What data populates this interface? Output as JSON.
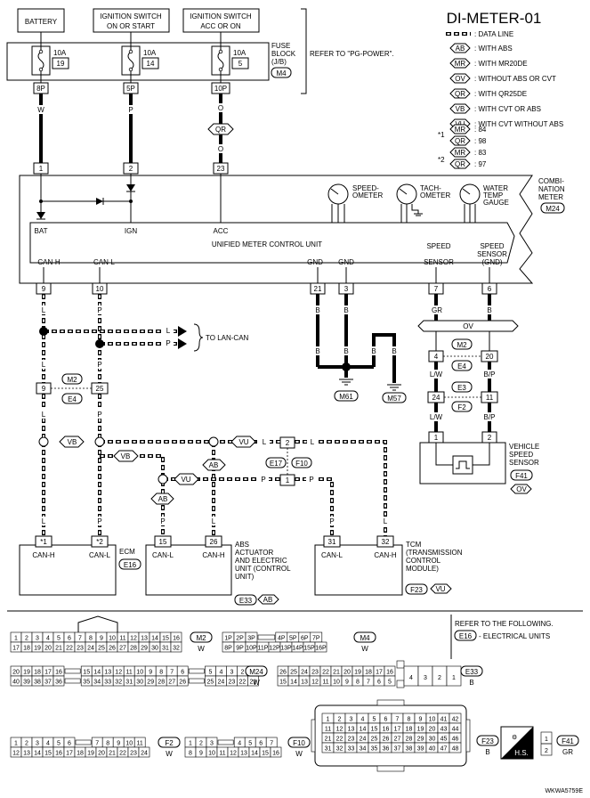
{
  "title": "DI-METER-01",
  "footer_code": "WKWA5759E",
  "legend": {
    "data_line": ": DATA LINE",
    "items": [
      {
        "code": "AB",
        "text": ": WITH ABS"
      },
      {
        "code": "MR",
        "text": ": WITH MR20DE"
      },
      {
        "code": "OV",
        "text": ": WITHOUT ABS OR CVT"
      },
      {
        "code": "QR",
        "text": ": WITH QR25DE"
      },
      {
        "code": "VB",
        "text": ": WITH CVT OR ABS"
      },
      {
        "code": "VU",
        "text": ": WITH CVT WITHOUT ABS"
      }
    ],
    "star1": {
      "mark": "*1",
      "mr_code": "MR",
      "mr_val": ": 84",
      "qr_code": "QR",
      "qr_val": ": 98"
    },
    "star2": {
      "mark": "*2",
      "mr_code": "MR",
      "mr_val": ": 83",
      "qr_code": "QR",
      "qr_val": ": 97"
    }
  },
  "top": {
    "battery": "BATTERY",
    "ign1": "IGNITION SWITCH",
    "ign2": "ON OR START",
    "acc1": "IGNITION SWITCH",
    "acc2": "ACC OR ON",
    "fuse_a_amp": "10A",
    "fuse_a_no": "19",
    "fuse_b_amp": "10A",
    "fuse_b_no": "14",
    "fuse_c_amp": "10A",
    "fuse_c_no": "5",
    "fuse_block1": "FUSE",
    "fuse_block2": "BLOCK",
    "fuse_block3": "(J/B)",
    "fuse_block_conn": "M4",
    "refer_power": "REFER TO \"PG-POWER\".",
    "pin_8p": "8P",
    "pin_5p": "5P",
    "pin_10p": "10P",
    "w": "W",
    "p": "P",
    "o": "O",
    "qr": "QR",
    "pin1": "1",
    "pin2": "2",
    "pin23": "23"
  },
  "meter": {
    "label1": "COMBI-",
    "label2": "NATION",
    "label3": "METER",
    "conn": "M24",
    "speedo1": "SPEED-",
    "speedo2": "OMETER",
    "tacho1": "TACH-",
    "tacho2": "OMETER",
    "water1": "WATER",
    "water2": "TEMP",
    "water3": "GAUGE",
    "bat": "BAT",
    "ign": "IGN",
    "acc": "ACC",
    "ucu": "UNIFIED METER CONTROL UNIT",
    "can_h": "CAN-H",
    "can_l": "CAN-L",
    "gnd": "GND",
    "ss1": "SPEED",
    "ss2": "SENSOR",
    "ssg1": "SPEED",
    "ssg2": "SENSOR",
    "ssg3": "(GND)",
    "p9": "9",
    "p10": "10",
    "p21": "21",
    "p3": "3",
    "p7": "7",
    "p6": "6"
  },
  "wires": {
    "L": "L",
    "P": "P",
    "B": "B",
    "GR": "GR",
    "LW": "L/W",
    "BP": "B/P",
    "to_lan": "TO LAN-CAN",
    "ov": "OV",
    "m2": "M2",
    "e4": "E4",
    "e3": "E3",
    "f2": "F2",
    "j9": "9",
    "j25": "25",
    "j4": "4",
    "j20": "20",
    "j24": "24",
    "j11": "11",
    "vb": "VB",
    "vu": "VU",
    "ab": "AB",
    "j2": "2",
    "j1": "1",
    "e17": "E17",
    "f10": "F10",
    "m61": "M61",
    "m57": "M57",
    "vs1": "VEHICLE",
    "vs2": "SPEED",
    "vs3": "SENSOR",
    "vs_conn": "F41",
    "vs_ov": "OV",
    "vs_p1": "1",
    "vs_p2": "2"
  },
  "ecm": {
    "p1": "*1",
    "p2": "*2",
    "h": "CAN-H",
    "l": "CAN-L",
    "name": "ECM",
    "conn": "E16"
  },
  "abs": {
    "p1": "15",
    "p2": "26",
    "l": "CAN-L",
    "h": "CAN-H",
    "n1": "ABS",
    "n2": "ACTUATOR",
    "n3": "AND ELECTRIC",
    "n4": "UNIT (CONTROL",
    "n5": "UNIT)",
    "conn": "E33",
    "ab": "AB"
  },
  "tcm": {
    "p1": "31",
    "p2": "32",
    "l": "CAN-L",
    "h": "CAN-H",
    "n1": "TCM",
    "n2": "(TRANSMISSION",
    "n3": "CONTROL",
    "n4": "MODULE)",
    "conn": "F23",
    "vu": "VU"
  },
  "bottom": {
    "refer1": "REFER TO THE FOLLOWING.",
    "refer_conn": "E16",
    "refer2": "- ELECTRICAL UNITS",
    "m2": {
      "name": "M2",
      "color": "W",
      "r1": [
        "1",
        "2",
        "3",
        "4",
        "5",
        "6",
        "7",
        "8",
        "9",
        "10",
        "11",
        "12",
        "13",
        "14",
        "15",
        "16"
      ],
      "r2": [
        "17",
        "18",
        "19",
        "20",
        "21",
        "22",
        "23",
        "24",
        "25",
        "26",
        "27",
        "28",
        "29",
        "30",
        "31",
        "32"
      ]
    },
    "m4": {
      "name": "M4",
      "color": "W",
      "r1": [
        "1P",
        "2P",
        "3P",
        "",
        "4P",
        "5P",
        "6P",
        "7P"
      ],
      "r2": [
        "8P",
        "9P",
        "10P",
        "11P",
        "12P",
        "13P",
        "14P",
        "15P",
        "16P"
      ]
    },
    "m24": {
      "name": "M24",
      "color": "W",
      "r1": [
        "20",
        "19",
        "18",
        "17",
        "16",
        "",
        "15",
        "14",
        "13",
        "12",
        "11",
        "10",
        "9",
        "8",
        "7",
        "6",
        "",
        "5",
        "4",
        "3",
        "2",
        "1"
      ],
      "r2": [
        "40",
        "39",
        "38",
        "37",
        "36",
        "",
        "35",
        "34",
        "33",
        "32",
        "31",
        "30",
        "29",
        "28",
        "27",
        "26",
        "",
        "25",
        "24",
        "23",
        "22",
        "21"
      ]
    },
    "e33": {
      "name": "E33",
      "color": "B",
      "r1": [
        "26",
        "25",
        "24",
        "23",
        "22",
        "21",
        "20",
        "19",
        "18",
        "17",
        "16"
      ],
      "r2": [
        "15",
        "14",
        "13",
        "12",
        "11",
        "10",
        "9",
        "8",
        "7",
        "6",
        "5"
      ],
      "big": [
        "4",
        "3",
        "2",
        "1"
      ]
    },
    "f23": {
      "name": "F23",
      "color": "B",
      "rows": [
        [
          "1",
          "2",
          "3",
          "4",
          "5",
          "6",
          "7",
          "8",
          "9",
          "10",
          "41",
          "42"
        ],
        [
          "11",
          "12",
          "13",
          "14",
          "15",
          "16",
          "17",
          "18",
          "19",
          "20",
          "43",
          "44"
        ],
        [
          "21",
          "22",
          "23",
          "24",
          "25",
          "26",
          "27",
          "28",
          "29",
          "30",
          "45",
          "46"
        ],
        [
          "31",
          "32",
          "33",
          "34",
          "35",
          "36",
          "37",
          "38",
          "39",
          "40",
          "47",
          "48"
        ]
      ]
    },
    "hs": "H.S.",
    "f41": {
      "name": "F41",
      "color": "GR",
      "pins": [
        "1",
        "2"
      ]
    },
    "f2": {
      "name": "F2",
      "color": "W",
      "r1": [
        "1",
        "2",
        "3",
        "4",
        "5",
        "6",
        "",
        "7",
        "8",
        "9",
        "10",
        "11"
      ],
      "r2": [
        "12",
        "13",
        "14",
        "15",
        "16",
        "17",
        "18",
        "19",
        "20",
        "21",
        "22",
        "23",
        "24"
      ]
    },
    "f10": {
      "name": "F10",
      "color": "W",
      "r1": [
        "1",
        "2",
        "3",
        "",
        "4",
        "5",
        "6",
        "7"
      ],
      "r2": [
        "8",
        "9",
        "10",
        "11",
        "12",
        "13",
        "14",
        "15",
        "16"
      ]
    }
  }
}
